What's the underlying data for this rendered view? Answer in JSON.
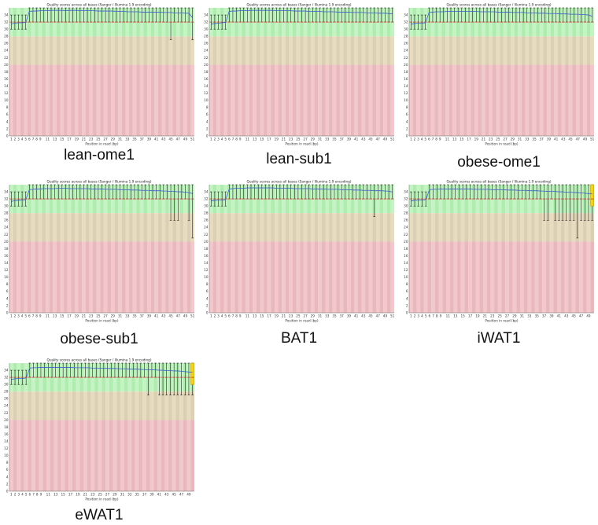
{
  "figure": {
    "panel_title": "Quality scores across all bases (Sanger / Illumina 1.9 encoding)",
    "xlabel": "Position in read (bp)"
  },
  "chart_data": [
    {
      "type": "box",
      "label": "lean-ome1",
      "title": "Quality scores across all bases (Sanger / Illumina 1.9 encoding)",
      "xlabel": "Position in read (bp)",
      "ylim": [
        0,
        36
      ],
      "yticks": [
        0,
        2,
        4,
        6,
        8,
        10,
        12,
        14,
        16,
        18,
        20,
        22,
        24,
        26,
        28,
        30,
        32,
        34
      ],
      "x": [
        1,
        2,
        3,
        4,
        5,
        6,
        7,
        8,
        9,
        10,
        11,
        12,
        13,
        14,
        15,
        16,
        17,
        18,
        19,
        20,
        21,
        22,
        23,
        24,
        25,
        26,
        27,
        28,
        29,
        30,
        31,
        32,
        33,
        34,
        35,
        36,
        37,
        38,
        39,
        40,
        41,
        42,
        43,
        44,
        45,
        46,
        47,
        48,
        49,
        50,
        51
      ],
      "x_tick_labels": [
        "1",
        "2",
        "3",
        "4",
        "5",
        "6",
        "7",
        "8",
        "9",
        "11",
        "13",
        "15",
        "17",
        "19",
        "21",
        "23",
        "25",
        "27",
        "29",
        "31",
        "33",
        "35",
        "37",
        "39",
        "41",
        "43",
        "45",
        "47",
        "49",
        "51"
      ],
      "x_tick_positions": [
        1,
        2,
        3,
        4,
        5,
        6,
        7,
        8,
        9,
        11,
        13,
        15,
        17,
        19,
        21,
        23,
        25,
        27,
        29,
        31,
        33,
        35,
        37,
        39,
        41,
        43,
        45,
        47,
        49,
        51
      ],
      "mean": [
        31.5,
        31.7,
        31.8,
        31.8,
        31.9,
        35.0,
        35.1,
        35.1,
        35.2,
        35.2,
        35.2,
        35.3,
        35.3,
        35.3,
        35.3,
        35.2,
        35.3,
        35.3,
        35.3,
        35.2,
        35.2,
        35.2,
        35.2,
        35.2,
        35.1,
        35.1,
        35.1,
        35.1,
        35.1,
        35.0,
        35.0,
        35.0,
        34.9,
        34.9,
        34.9,
        34.9,
        34.8,
        34.8,
        34.8,
        34.8,
        34.8,
        34.8,
        34.7,
        34.7,
        34.7,
        34.6,
        34.6,
        34.6,
        34.5,
        34.5,
        33.2
      ],
      "median": 32,
      "lower_whisker_outliers": {
        "45": 27,
        "51": 27
      }
    },
    {
      "type": "box",
      "label": "lean-sub1",
      "title": "Quality scores across all bases (Sanger / Illumina 1.9 encoding)",
      "xlabel": "Position in read (bp)",
      "ylim": [
        0,
        36
      ],
      "yticks": [
        0,
        2,
        4,
        6,
        8,
        10,
        12,
        14,
        16,
        18,
        20,
        22,
        24,
        26,
        28,
        30,
        32,
        34
      ],
      "x_tick_labels": [
        "1",
        "2",
        "3",
        "4",
        "5",
        "6",
        "7",
        "8",
        "9",
        "11",
        "13",
        "15",
        "17",
        "19",
        "21",
        "23",
        "25",
        "27",
        "29",
        "31",
        "33",
        "35",
        "37",
        "39",
        "41",
        "43",
        "45",
        "47",
        "49",
        "51"
      ],
      "mean": [
        31.4,
        31.6,
        31.7,
        31.8,
        31.9,
        35.0,
        35.1,
        35.1,
        35.2,
        35.2,
        35.2,
        35.3,
        35.3,
        35.3,
        35.3,
        35.3,
        35.3,
        35.3,
        35.2,
        35.2,
        35.2,
        35.2,
        35.2,
        35.1,
        35.1,
        35.1,
        35.1,
        35.0,
        35.0,
        35.0,
        35.0,
        34.9,
        34.9,
        34.9,
        34.9,
        34.8,
        34.8,
        34.8,
        34.8,
        34.7,
        34.7,
        34.7,
        34.7,
        34.6,
        34.6,
        34.6,
        34.5,
        34.5,
        34.5,
        34.4,
        34.3
      ],
      "median": 32
    },
    {
      "type": "box",
      "label": "obese-ome1",
      "title": "Quality scores across all bases (Sanger / Illumina 1.9 encoding)",
      "xlabel": "Position in read (bp)",
      "ylim": [
        0,
        36
      ],
      "yticks": [
        0,
        2,
        4,
        6,
        8,
        10,
        12,
        14,
        16,
        18,
        20,
        22,
        24,
        26,
        28,
        30,
        32,
        34
      ],
      "x_tick_labels": [
        "1",
        "2",
        "3",
        "4",
        "5",
        "6",
        "7",
        "8",
        "9",
        "11",
        "13",
        "15",
        "17",
        "19",
        "21",
        "23",
        "25",
        "27",
        "29",
        "31",
        "33",
        "35",
        "37",
        "39",
        "41",
        "43",
        "45",
        "47",
        "49",
        "51"
      ],
      "mean": [
        31.4,
        31.6,
        31.7,
        31.7,
        31.8,
        34.7,
        34.8,
        34.9,
        34.9,
        34.9,
        35.0,
        35.0,
        35.0,
        35.0,
        35.0,
        35.0,
        35.0,
        35.0,
        35.0,
        34.9,
        34.9,
        34.9,
        34.9,
        34.9,
        34.8,
        34.8,
        34.8,
        34.8,
        34.7,
        34.7,
        34.7,
        34.7,
        34.6,
        34.6,
        34.6,
        34.5,
        34.5,
        34.5,
        34.4,
        34.4,
        34.4,
        34.3,
        34.3,
        34.3,
        34.2,
        34.2,
        34.2,
        34.1,
        34.1,
        34.0,
        33.6
      ],
      "median": 32
    },
    {
      "type": "box",
      "label": "obese-sub1",
      "title": "Quality scores across all bases (Sanger / Illumina 1.9 encoding)",
      "xlabel": "Position in read (bp)",
      "ylim": [
        0,
        36
      ],
      "yticks": [
        0,
        2,
        4,
        6,
        8,
        10,
        12,
        14,
        16,
        18,
        20,
        22,
        24,
        26,
        28,
        30,
        32,
        34
      ],
      "x_tick_labels": [
        "1",
        "2",
        "3",
        "4",
        "5",
        "6",
        "7",
        "8",
        "9",
        "11",
        "13",
        "15",
        "17",
        "19",
        "21",
        "23",
        "25",
        "27",
        "29",
        "31",
        "33",
        "35",
        "37",
        "39",
        "41",
        "43",
        "45",
        "47",
        "49",
        "51"
      ],
      "mean": [
        31.3,
        31.5,
        31.6,
        31.7,
        31.8,
        34.6,
        34.7,
        34.8,
        34.8,
        34.9,
        34.9,
        34.9,
        34.9,
        35.0,
        35.0,
        35.0,
        34.9,
        34.9,
        34.9,
        34.9,
        34.9,
        34.9,
        34.8,
        34.8,
        34.8,
        34.8,
        34.7,
        34.7,
        34.7,
        34.7,
        34.6,
        34.6,
        34.6,
        34.5,
        34.5,
        34.5,
        34.4,
        34.4,
        34.4,
        34.3,
        34.3,
        34.3,
        34.2,
        34.2,
        34.1,
        34.1,
        34.0,
        34.0,
        33.9,
        33.8,
        33.5
      ],
      "median": 32,
      "lower_whisker_outliers": {
        "45": 26,
        "46": 26,
        "47": 26,
        "50": 26,
        "51": 21
      }
    },
    {
      "type": "box",
      "label": "BAT1",
      "title": "Quality scores across all bases (Sanger / Illumina 1.9 encoding)",
      "xlabel": "Position in read (bp)",
      "ylim": [
        0,
        36
      ],
      "yticks": [
        0,
        2,
        4,
        6,
        8,
        10,
        12,
        14,
        16,
        18,
        20,
        22,
        24,
        26,
        28,
        30,
        32,
        34
      ],
      "x_tick_labels": [
        "1",
        "2",
        "3",
        "4",
        "5",
        "6",
        "7",
        "8",
        "9",
        "11",
        "13",
        "15",
        "17",
        "19",
        "21",
        "23",
        "25",
        "27",
        "29",
        "31",
        "33",
        "35",
        "37",
        "39",
        "41",
        "43",
        "45",
        "47",
        "49",
        "51"
      ],
      "mean": [
        31.4,
        31.6,
        31.7,
        31.7,
        31.8,
        34.8,
        34.9,
        35.0,
        35.0,
        35.0,
        35.1,
        35.1,
        35.1,
        35.1,
        35.1,
        35.1,
        35.1,
        35.1,
        35.0,
        35.0,
        35.0,
        35.0,
        35.0,
        34.9,
        34.9,
        34.9,
        34.9,
        34.9,
        34.8,
        34.8,
        34.8,
        34.8,
        34.7,
        34.7,
        34.7,
        34.7,
        34.6,
        34.6,
        34.6,
        34.5,
        34.5,
        34.5,
        34.4,
        34.4,
        34.4,
        34.3,
        34.3,
        34.3,
        34.2,
        34.2,
        33.9
      ],
      "median": 32,
      "lower_whisker_outliers": {
        "46": 27
      }
    },
    {
      "type": "box",
      "label": "iWAT1",
      "title": "Quality scores across all bases (Sanger / Illumina 1.9 encoding)",
      "xlabel": "Position in read (bp)",
      "ylim": [
        0,
        36
      ],
      "yticks": [
        0,
        2,
        4,
        6,
        8,
        10,
        12,
        14,
        16,
        18,
        20,
        22,
        24,
        26,
        28,
        30,
        32,
        34
      ],
      "x_tick_labels": [
        "1",
        "2",
        "3",
        "4",
        "5",
        "6",
        "7",
        "8",
        "9",
        "11",
        "13",
        "15",
        "17",
        "19",
        "21",
        "23",
        "25",
        "27",
        "29",
        "31",
        "33",
        "35",
        "37",
        "39",
        "41",
        "43",
        "45",
        "47",
        "49"
      ],
      "mean": [
        31.4,
        31.6,
        31.7,
        31.7,
        31.8,
        34.6,
        34.7,
        34.7,
        34.8,
        34.8,
        34.8,
        34.8,
        34.8,
        34.8,
        34.8,
        34.8,
        34.8,
        34.7,
        34.7,
        34.7,
        34.7,
        34.7,
        34.6,
        34.6,
        34.6,
        34.6,
        34.5,
        34.5,
        34.5,
        34.4,
        34.4,
        34.4,
        34.3,
        34.3,
        34.3,
        34.2,
        34.2,
        34.1,
        34.1,
        34.1,
        34.0,
        34.0,
        33.9,
        33.9,
        33.8,
        33.8,
        33.7,
        33.6,
        33.5,
        33.4
      ],
      "median": 32,
      "lower_whisker_outliers": {
        "37": 26,
        "38": 26,
        "40": 26,
        "41": 26,
        "42": 26,
        "43": 26,
        "44": 26,
        "45": 26,
        "46": 21,
        "47": 26,
        "48": 26,
        "49": 26,
        "50": 26
      },
      "highlight_positions": [
        50
      ]
    },
    {
      "type": "box",
      "label": "eWAT1",
      "title": "Quality scores across all bases (Sanger / Illumina 1.9 encoding)",
      "xlabel": "Position in read (bp)",
      "ylim": [
        0,
        36
      ],
      "yticks": [
        0,
        2,
        4,
        6,
        8,
        10,
        12,
        14,
        16,
        18,
        20,
        22,
        24,
        26,
        28,
        30,
        32,
        34
      ],
      "x_tick_labels": [
        "1",
        "2",
        "3",
        "4",
        "5",
        "6",
        "7",
        "8",
        "9",
        "11",
        "13",
        "15",
        "17",
        "19",
        "21",
        "23",
        "25",
        "27",
        "29",
        "31",
        "33",
        "35",
        "37",
        "39",
        "41",
        "43",
        "45",
        "47",
        "49"
      ],
      "mean": [
        31.4,
        31.6,
        31.7,
        31.7,
        31.8,
        34.6,
        34.7,
        34.7,
        34.8,
        34.8,
        34.8,
        34.8,
        34.8,
        34.8,
        34.8,
        34.8,
        34.8,
        34.7,
        34.7,
        34.7,
        34.7,
        34.7,
        34.6,
        34.6,
        34.6,
        34.6,
        34.5,
        34.5,
        34.5,
        34.4,
        34.4,
        34.4,
        34.3,
        34.3,
        34.3,
        34.2,
        34.2,
        34.1,
        34.1,
        34.1,
        34.0,
        34.0,
        33.9,
        33.9,
        33.8,
        33.8,
        33.7,
        33.6,
        33.5,
        33.4
      ],
      "median": 32,
      "lower_whisker_outliers": {
        "38": 27,
        "41": 27,
        "42": 27,
        "43": 27,
        "44": 27,
        "45": 27,
        "46": 27,
        "47": 27,
        "48": 27,
        "49": 27,
        "50": 27
      },
      "highlight_positions": [
        50
      ]
    }
  ],
  "colors": {
    "good": "#c4f4c4",
    "good_alt": "#b0ecb0",
    "ok": "#e8dcc0",
    "ok_alt": "#dcd0b4",
    "bad": "#f2c8cc",
    "bad_alt": "#e8b8bc",
    "median": "#cc3333",
    "mean": "#3a5fcd",
    "box": "#000000",
    "highlight": "#f2d21c"
  }
}
